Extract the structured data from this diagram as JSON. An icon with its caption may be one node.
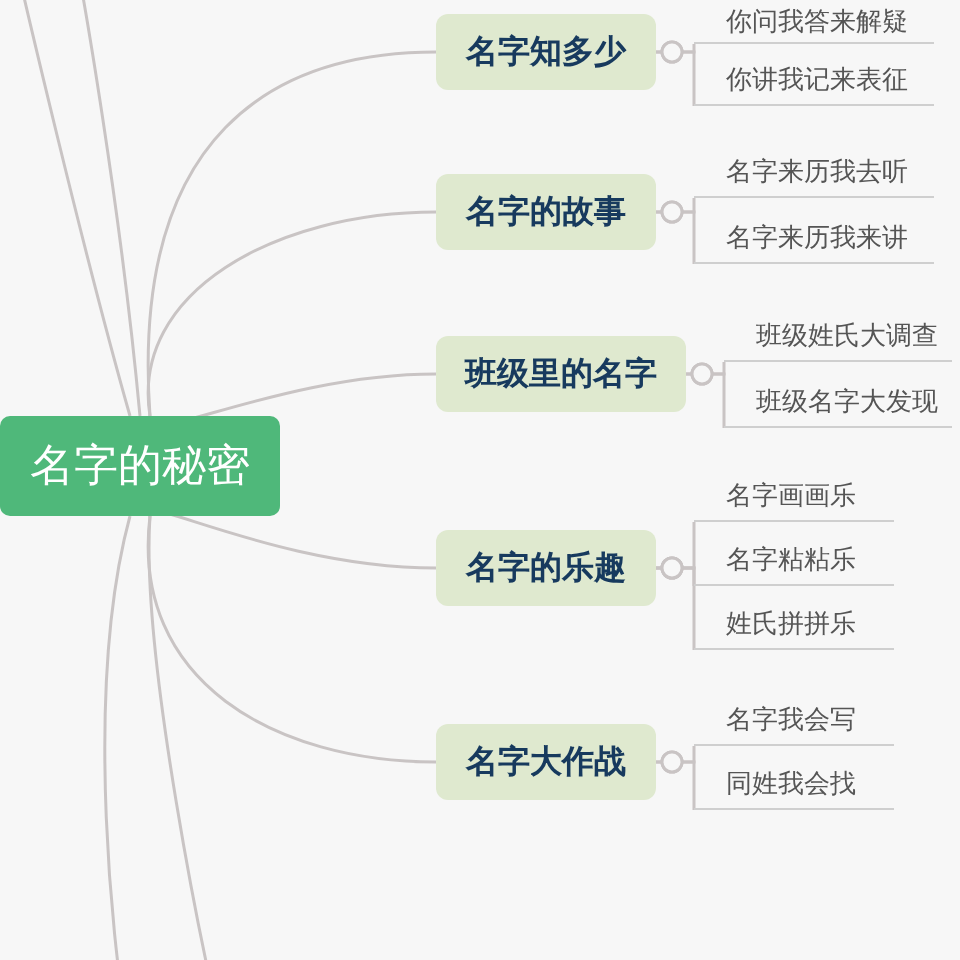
{
  "diagram": {
    "nodes": [
      {
        "text": [
          "名字的秘密"
        ]
      },
      {
        "text": [
          "名字知多少"
        ]
      },
      {
        "text": [
          "你问我答来解疑"
        ]
      },
      {
        "text": [
          "你讲我记来表征"
        ]
      },
      {
        "text": [
          "名字的故事"
        ]
      },
      {
        "text": [
          "名字来历我去听"
        ]
      },
      {
        "text": [
          "名字来历我来讲"
        ]
      },
      {
        "text": [
          "班级里的名字"
        ]
      },
      {
        "text": [
          "班级姓氏大调查"
        ]
      },
      {
        "text": [
          "班级名字大发现"
        ]
      },
      {
        "text": [
          "名字的乐趣"
        ]
      },
      {
        "text": [
          "名字画画乐"
        ]
      },
      {
        "text": [
          "名字粘粘乐"
        ]
      },
      {
        "text": [
          "姓氏拼拼乐"
        ]
      },
      {
        "text": [
          "名字大作战"
        ]
      },
      {
        "text": [
          "名字我会写"
        ]
      },
      {
        "text": [
          "同姓我会找"
        ]
      }
    ],
    "edges": [
      {
        "from": 0,
        "to": 1,
        "arrow": "none"
      },
      {
        "from": 0,
        "to": 4,
        "arrow": "none"
      },
      {
        "from": 0,
        "to": 7,
        "arrow": "none"
      },
      {
        "from": 0,
        "to": 10,
        "arrow": "none"
      },
      {
        "from": 0,
        "to": 14,
        "arrow": "none"
      },
      {
        "from": 0,
        "to": null,
        "arrow": "none"
      },
      {
        "from": 0,
        "to": null,
        "arrow": "none"
      },
      {
        "from": 0,
        "to": null,
        "arrow": "none"
      },
      {
        "from": 0,
        "to": null,
        "arrow": "none"
      },
      {
        "from": 1,
        "to": 2,
        "arrow": "other"
      },
      {
        "from": 1,
        "to": 3,
        "arrow": "other"
      },
      {
        "from": 4,
        "to": 5,
        "arrow": "other"
      },
      {
        "from": 4,
        "to": 6,
        "arrow": "other"
      },
      {
        "from": 7,
        "to": 8,
        "arrow": "other"
      },
      {
        "from": 7,
        "to": 9,
        "arrow": "other"
      },
      {
        "from": 10,
        "to": 11,
        "arrow": "other"
      },
      {
        "from": 10,
        "to": 12,
        "arrow": "other"
      },
      {
        "from": 10,
        "to": 13,
        "arrow": "other"
      },
      {
        "from": 14,
        "to": 15,
        "arrow": "other"
      },
      {
        "from": 14,
        "to": 16,
        "arrow": "other"
      }
    ]
  }
}
